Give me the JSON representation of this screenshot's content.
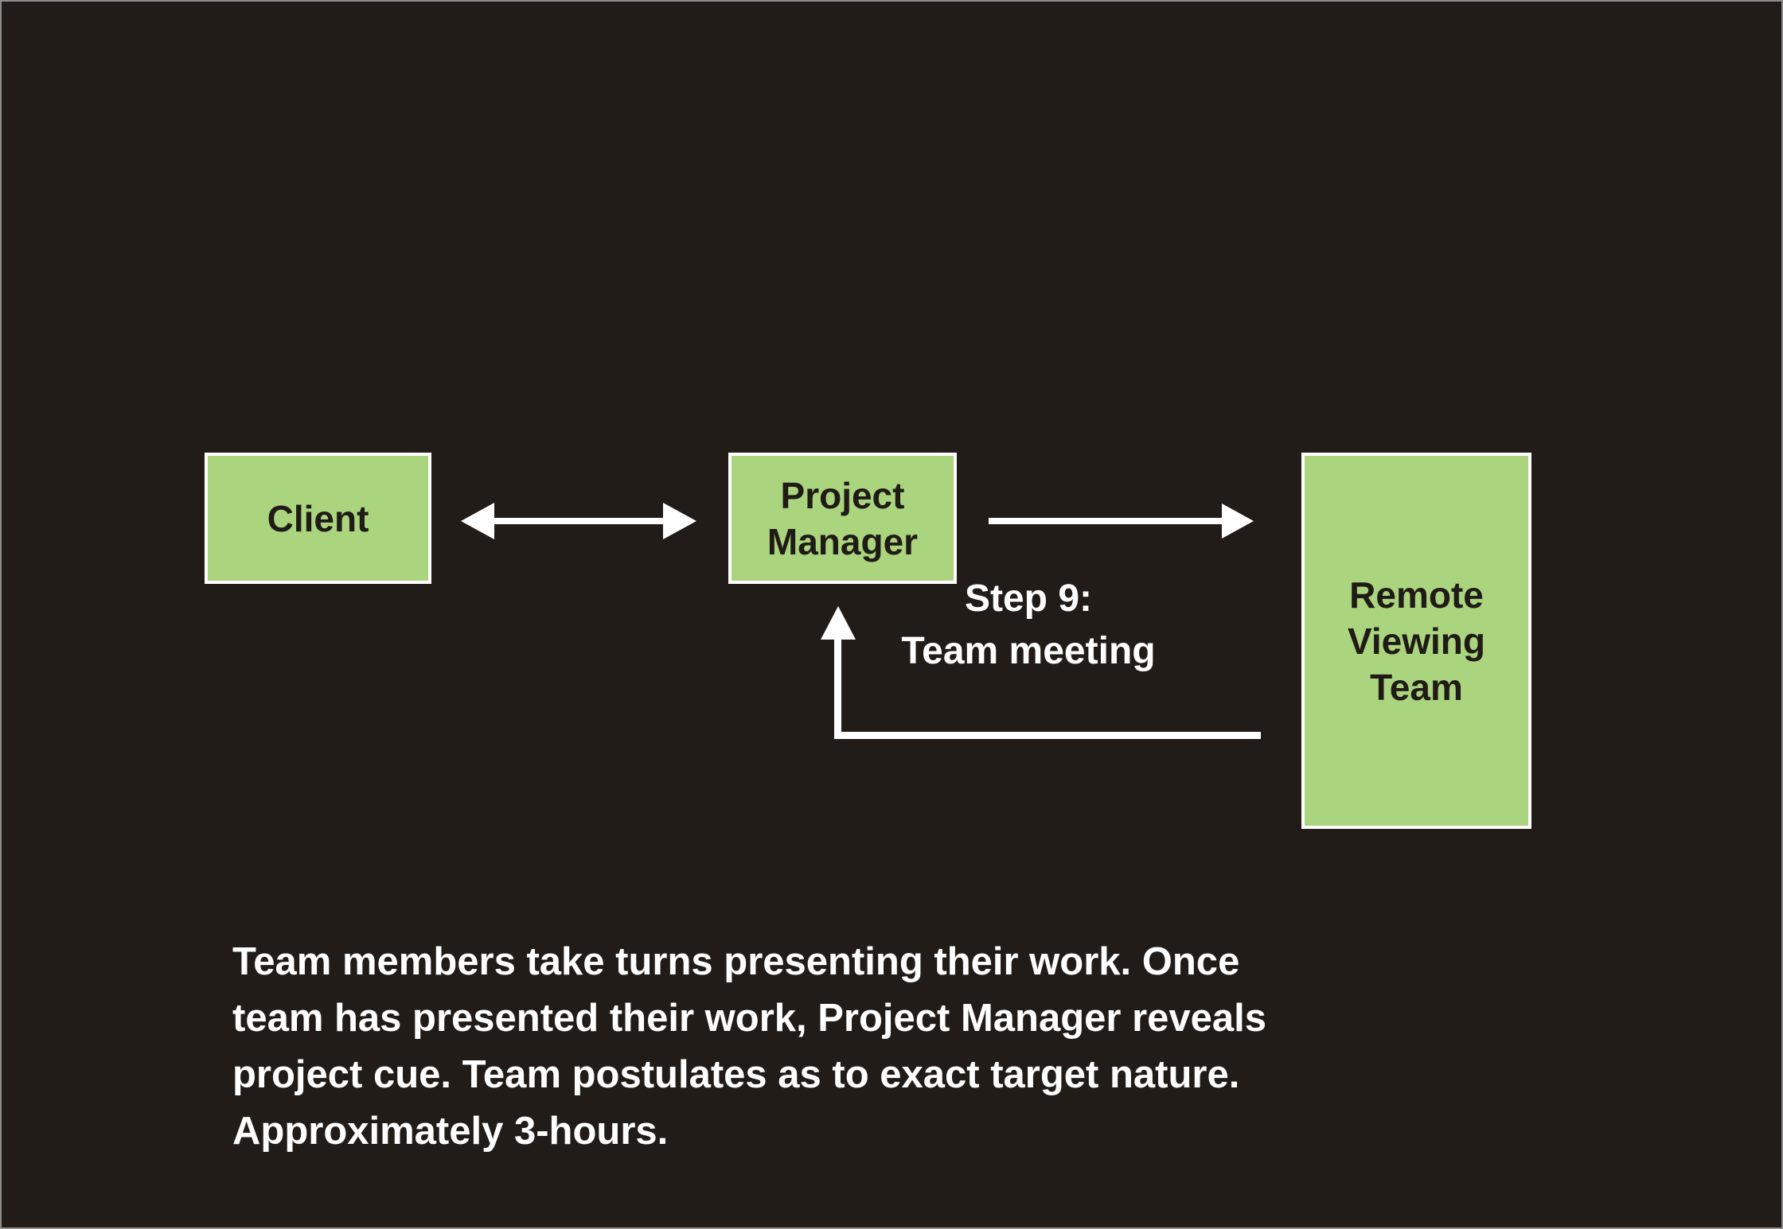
{
  "slide": {
    "background_color": "#211c18",
    "frame_border_color": "#8c8c8c"
  },
  "colors": {
    "node_fill": "#aad47e",
    "node_border": "#ffffff",
    "node_text": "#201b16",
    "arrow": "#ffffff",
    "label_text": "#ffffff"
  },
  "diagram": {
    "nodes": [
      {
        "id": "client",
        "label": "Client"
      },
      {
        "id": "project-manager",
        "label": "Project Manager"
      },
      {
        "id": "remote-viewing-team",
        "label": "Remote Viewing Team"
      }
    ],
    "edges": [
      {
        "from": "client",
        "to": "project-manager",
        "direction": "bidirectional"
      },
      {
        "from": "project-manager",
        "to": "remote-viewing-team",
        "direction": "forward"
      },
      {
        "from": "remote-viewing-team",
        "to": "project-manager",
        "direction": "return"
      }
    ],
    "step_label": {
      "line1": "Step 9:",
      "line2": "Team meeting"
    }
  },
  "caption": {
    "lines": [
      "Team members take turns presenting their work. Once",
      "team has presented their work, Project Manager reveals",
      "project cue. Team postulates as to exact target nature.",
      "Approximately 3-hours."
    ]
  }
}
